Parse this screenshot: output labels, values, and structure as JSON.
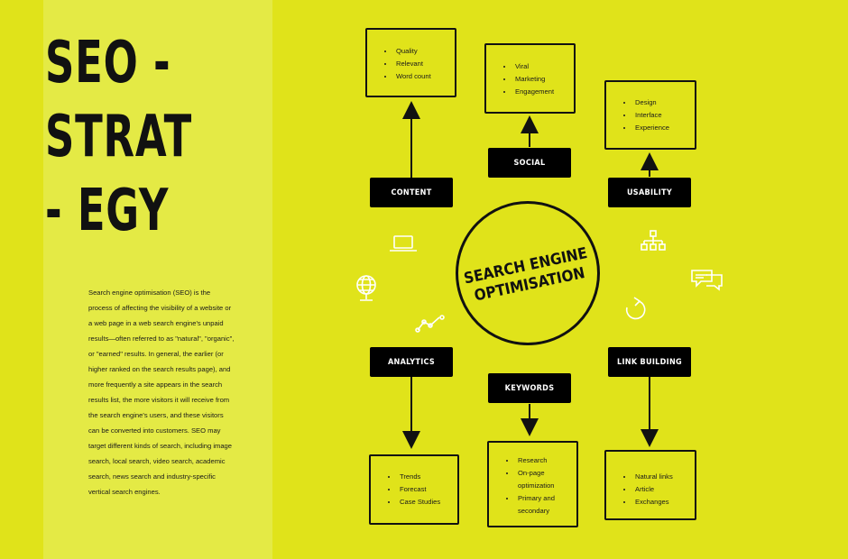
{
  "title": {
    "line1": "SEO -",
    "line2": "STRAT",
    "line3": "- EGY"
  },
  "description": "Search engine optimisation (SEO) is the process of affecting the visibility of a website or a web page in a web search engine's unpaid results—often referred to as \"natural\", \"organic\", or \"earned\" results. In general, the earlier (or higher ranked on the search results page), and more frequently a site appears in the search results list, the more visitors it will receive from the search engine's users, and these visitors can be converted into customers. SEO may target different kinds of search, including image search, local search, video search, academic search, news search and industry-specific vertical search engines.",
  "center": {
    "line1": "SEARCH ENGINE",
    "line2": "OPTIMISATION"
  },
  "nodes": {
    "content": {
      "label": "CONTENT",
      "items": [
        "Quality",
        "Relevant",
        "Word count"
      ]
    },
    "social": {
      "label": "SOCIAL",
      "items": [
        "Viral",
        "Marketing",
        "Engagement"
      ]
    },
    "usability": {
      "label": "USABILITY",
      "items": [
        "Design",
        "Interface",
        "Experience"
      ]
    },
    "analytics": {
      "label": "ANALYTICS",
      "items": [
        "Trends",
        "Forecast",
        "Case Studies"
      ]
    },
    "keywords": {
      "label": "KEYWORDS",
      "items": [
        "Research",
        "On-page optimization",
        "Primary and secondary"
      ]
    },
    "link_building": {
      "label": "LINK BUILDING",
      "items": [
        "Natural links",
        "Article",
        "Exchanges"
      ]
    }
  },
  "icons": [
    "laptop-icon",
    "globe-icon",
    "trend-line-icon",
    "sitemap-icon",
    "chat-bubbles-icon",
    "refresh-arrow-icon"
  ],
  "colors": {
    "background": "#e0e31a",
    "panel": "#e4ea45",
    "ink": "#111111",
    "tag_bg": "#000000",
    "tag_text": "#ffffff",
    "icon_stroke": "#ffffff"
  }
}
